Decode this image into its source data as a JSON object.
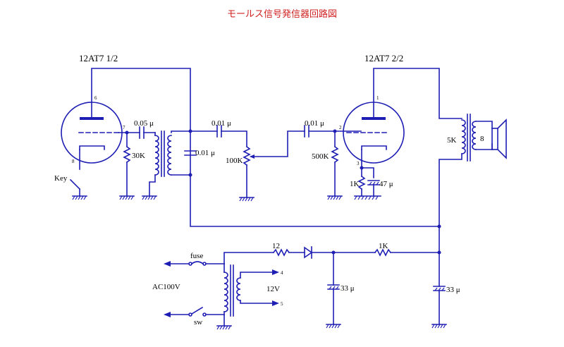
{
  "title": "モールス信号発信器回路図",
  "tubes": {
    "left": "12AT7 1/2",
    "right": "12AT7 2/2",
    "left_pins": {
      "plate": "6",
      "grid": "7",
      "cathode": "8"
    },
    "right_pins": {
      "plate": "1",
      "grid": "2",
      "cathode": "3"
    }
  },
  "labels": {
    "key": "Key",
    "c_left": "0.05 μ",
    "r_grid_left": "30K",
    "c_mid_top": "0.01 μ",
    "c_shunt": "0.01 μ",
    "pot": "100K",
    "c_right": "0.01 μ",
    "r_grid_right": "500K",
    "r_cathode": "1K",
    "c_cathode": "47 μ",
    "out_tx_primary": "5K",
    "speaker_imp": "8",
    "r_series_12": "12",
    "r_series_1k": "1K",
    "fuse": "fuse",
    "ac": "AC100V",
    "sw": "sw",
    "sec_voltage": "12V",
    "sec_pin_top": "4",
    "sec_pin_bottom": "5",
    "c_filter_left": "33 μ",
    "c_filter_right": "33 μ"
  }
}
